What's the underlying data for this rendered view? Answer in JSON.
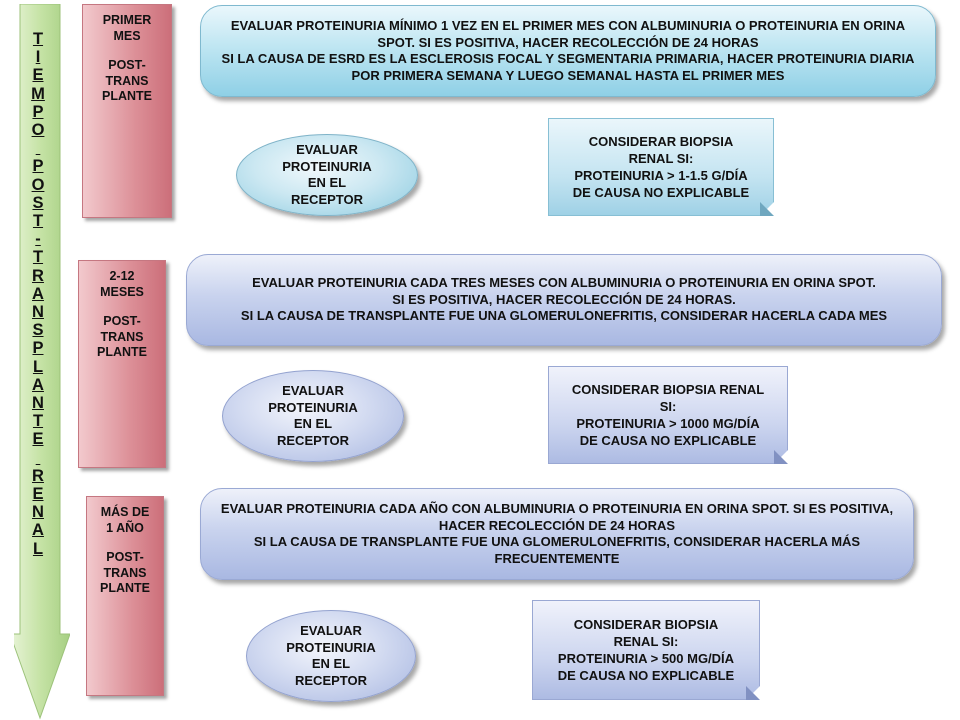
{
  "timeline": {
    "label": "T\nI\nE\nM\nP\nO\n \nP\nO\nS\nT\n-\nT\nR\nA\nN\nS\nP\nL\nA\nN\nT\nE\n \nR\nE\nN\nA\nL"
  },
  "sections": [
    {
      "period_head": "PRIMER\nMES",
      "period_sub": "POST-\nTRANS\nPLANTE",
      "instruction": "EVALUAR PROTEINURIA MÍNIMO 1 VEZ EN EL PRIMER MES CON ALBUMINURIA O PROTEINURIA EN ORINA SPOT. SI ES POSITIVA, HACER RECOLECCIÓN DE 24 HORAS\nSI LA CAUSA DE ESRD ES LA ESCLEROSIS FOCAL Y SEGMENTARIA PRIMARIA, HACER PROTEINURIA DIARIA POR PRIMERA SEMANA Y LUEGO SEMANAL HASTA EL PRIMER MES",
      "evaluate": "EVALUAR\nPROTEINURIA\nEN EL\nRECEPTOR",
      "biopsy": "CONSIDERAR BIOPSIA\nRENAL SI:\nPROTEINURIA > 1-1.5 G/DÍA\nDE CAUSA NO EXPLICABLE"
    },
    {
      "period_head": "2-12\nMESES",
      "period_sub": "POST-\nTRANS\nPLANTE",
      "instruction": "EVALUAR PROTEINURIA CADA TRES MESES CON ALBUMINURIA O PROTEINURIA EN ORINA SPOT.\nSI ES POSITIVA, HACER RECOLECCIÓN DE 24 HORAS.\nSI LA CAUSA DE TRANSPLANTE FUE UNA GLOMERULONEFRITIS, CONSIDERAR HACERLA CADA MES",
      "evaluate": "EVALUAR\nPROTEINURIA\nEN EL\nRECEPTOR",
      "biopsy": "CONSIDERAR BIOPSIA RENAL\nSI:\nPROTEINURIA > 1000 MG/DÍA\nDE CAUSA NO EXPLICABLE"
    },
    {
      "period_head": "MÁS DE\n1 AÑO",
      "period_sub": "POST-\nTRANS\nPLANTE",
      "instruction": "EVALUAR PROTEINURIA CADA AÑO CON ALBUMINURIA O PROTEINURIA EN ORINA SPOT. SI ES POSITIVA, HACER RECOLECCIÓN DE 24 HORAS\nSI LA CAUSA DE TRANSPLANTE FUE UNA GLOMERULONEFRITIS, CONSIDERAR HACERLA MÁS FRECUENTEMENTE",
      "evaluate": "EVALUAR\nPROTEINURIA\nEN EL\nRECEPTOR",
      "biopsy": "CONSIDERAR BIOPSIA\nRENAL SI:\nPROTEINURIA > 500 MG/DÍA\nDE CAUSA NO EXPLICABLE"
    }
  ],
  "colors": {
    "period_pink": "#dc8f97",
    "box_blue": "#bfe6f2",
    "box_lavender": "#c9d3ee",
    "arrow_green": "#c6e3a6"
  }
}
